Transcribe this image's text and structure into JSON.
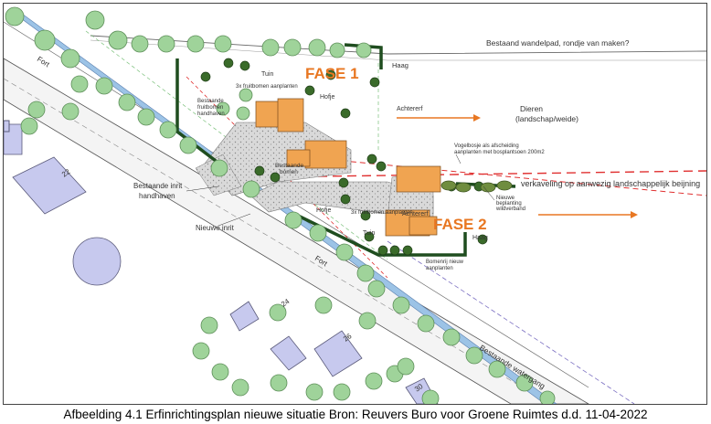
{
  "caption": "Afbeelding 4.1 Erfinrichtingsplan nieuwe situatie Bron: Reuvers Buro voor Groene Ruimtes d.d. 11-04-2022",
  "labels": {
    "fase1": "FASE 1",
    "fase2": "FASE 2",
    "tuin1": "Tuin",
    "tuin2": "Tuin",
    "hofje1": "Hofje",
    "hofje2": "Hofje",
    "haag1": "Haag",
    "haag2": "Haag",
    "achtererf1": "Achtererf",
    "achtererf2": "Achtererf",
    "dieren": "Dieren",
    "landschap": "(landschap/weide)",
    "wandelpad": "Bestaand wandelpad, rondje van maken?",
    "verkaveling": "verkaveling op aanwezig landschappelijk beijning",
    "inrit_bestaand_1": "Bestaande inrit",
    "inrit_bestaand_2": "handhaven",
    "nieuwe_inrit": "Nieuwe inrit",
    "watergang": "Bestaande watergang",
    "fort1": "Fort",
    "fort2": "Fort",
    "nr22": "22",
    "nr24": "24",
    "nr26": "26",
    "nr30": "30",
    "fruitbomen_nieuw": "3x fruitbomen aanplanten",
    "fruitbomen_bestaand_1": "Bestaande",
    "fruitbomen_bestaand_2": "fruitbomen",
    "fruitbomen_bestaand_3": "handhaven",
    "bestaande_bomen_1": "Bestaande",
    "bestaande_bomen_2": "bomen",
    "vogelbosje_1": "Vogelbosje als afscheiding",
    "vogelbosje_2": "aanplanten met bosplantsoen 200m2",
    "beplanting_1": "Nieuwe",
    "beplanting_2": "beplanting",
    "beplanting_3": "wildverband",
    "fruitbomen_hofje": "3x fruitbomen aanplanten",
    "bomenrij_1": "Bomenrij nieuw",
    "bomenrij_2": "aanplanten"
  },
  "colors": {
    "building_orange": "#f0a451",
    "house_lilac": "#c7c9ee",
    "tree_green": "#9fd39a",
    "water_blue": "#9cc3e6",
    "hedge_dark": "#1f4d1f",
    "fase_orange": "#e87722",
    "red_dashed": "#e03030"
  }
}
